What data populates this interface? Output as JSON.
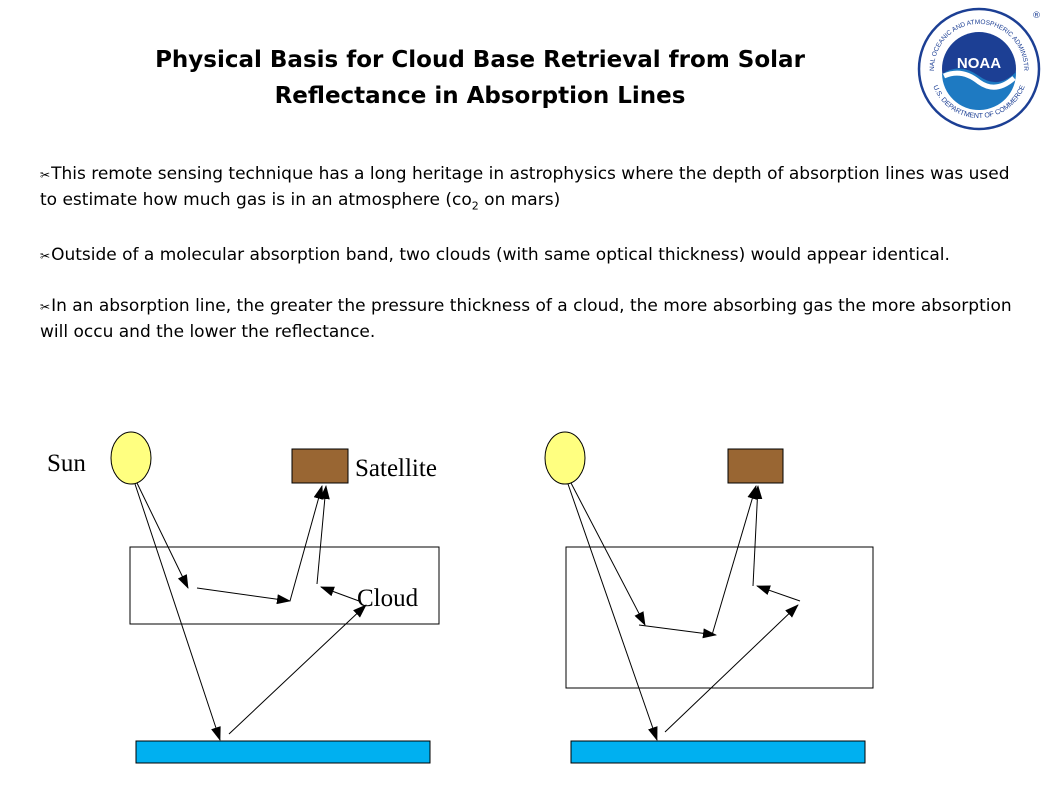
{
  "title": {
    "line1": "Physical Basis for Cloud Base Retrieval from Solar",
    "line2": "Reflectance in Absorption Lines"
  },
  "logo": {
    "center_text": "NOAA",
    "ring_top": "NATIONAL OCEANIC AND ATMOSPHERIC ADMINISTRATION",
    "ring_bottom": "U.S. DEPARTMENT OF COMMERCE",
    "registered_mark": "®"
  },
  "bullets": {
    "b1": {
      "icon": "scissors-icon",
      "text_pre": "This remote sensing technique has a long heritage in astrophysics where the depth of absorption lines was used to estimate  how much gas is in an atmosphere (co",
      "sub": "2",
      "text_post": " on mars)"
    },
    "b2": {
      "icon": "scissors-icon",
      "text": "Outside of a molecular absorption band,  two clouds (with same optical thickness) would appear identical."
    },
    "b3": {
      "icon": "scissors-icon",
      "text": "In an absorption line, the greater the pressure thickness of a cloud, the more absorbing gas the more absorption will occu and the lower the reflectance."
    }
  },
  "diagram": {
    "labels": {
      "sun": "Sun",
      "satellite": "Satellite",
      "cloud": "Cloud"
    },
    "colors": {
      "sun": "#ffff80",
      "satellite": "#996633",
      "surface": "#00b0f0",
      "logo_blue": "#1c3f94",
      "logo_sky": "#1e7ac2"
    }
  }
}
